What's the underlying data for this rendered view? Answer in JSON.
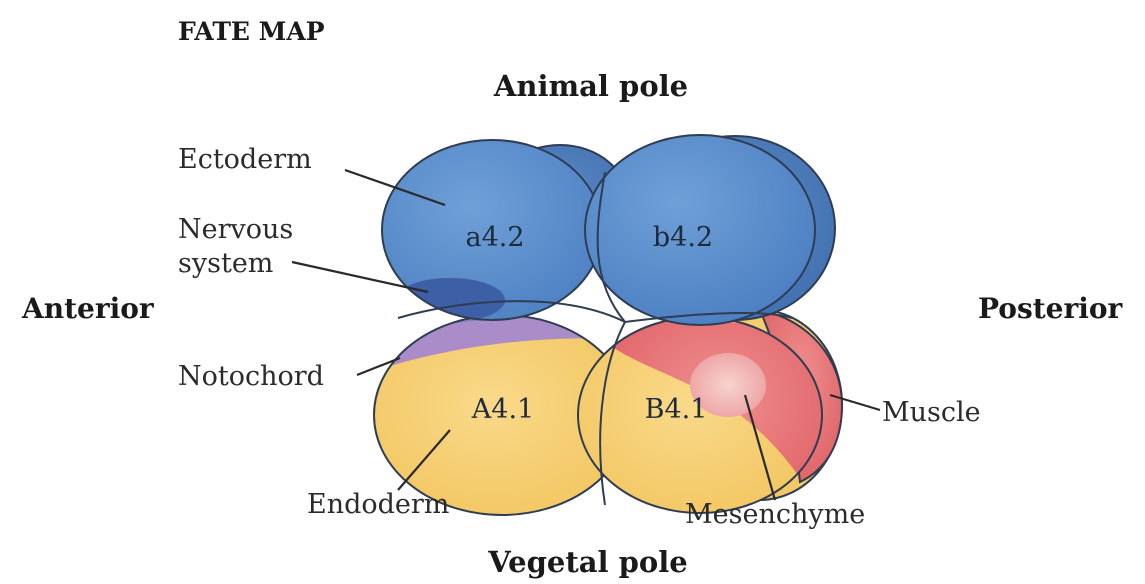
{
  "title": "FATE MAP",
  "axes": {
    "top": "Animal pole",
    "bottom": "Vegetal pole",
    "left": "Anterior",
    "right": "Posterior"
  },
  "cells": {
    "a": "a4.2",
    "b": "b4.2",
    "A": "A4.1",
    "B": "B4.1"
  },
  "labels": {
    "ectoderm": "Ectoderm",
    "nervous_1": "Nervous",
    "nervous_2": "system",
    "notochord": "Notochord",
    "endoderm": "Endoderm",
    "mesenchyme": "Mesenchyme",
    "muscle": "Muscle"
  },
  "colors": {
    "ectoderm": "#5b8fcf",
    "nervous_system": "#3d5fa6",
    "notochord": "#a98cc8",
    "endoderm": "#f6cd6c",
    "muscle": "#e8767a",
    "mesenchyme": "#f4c2c0"
  }
}
